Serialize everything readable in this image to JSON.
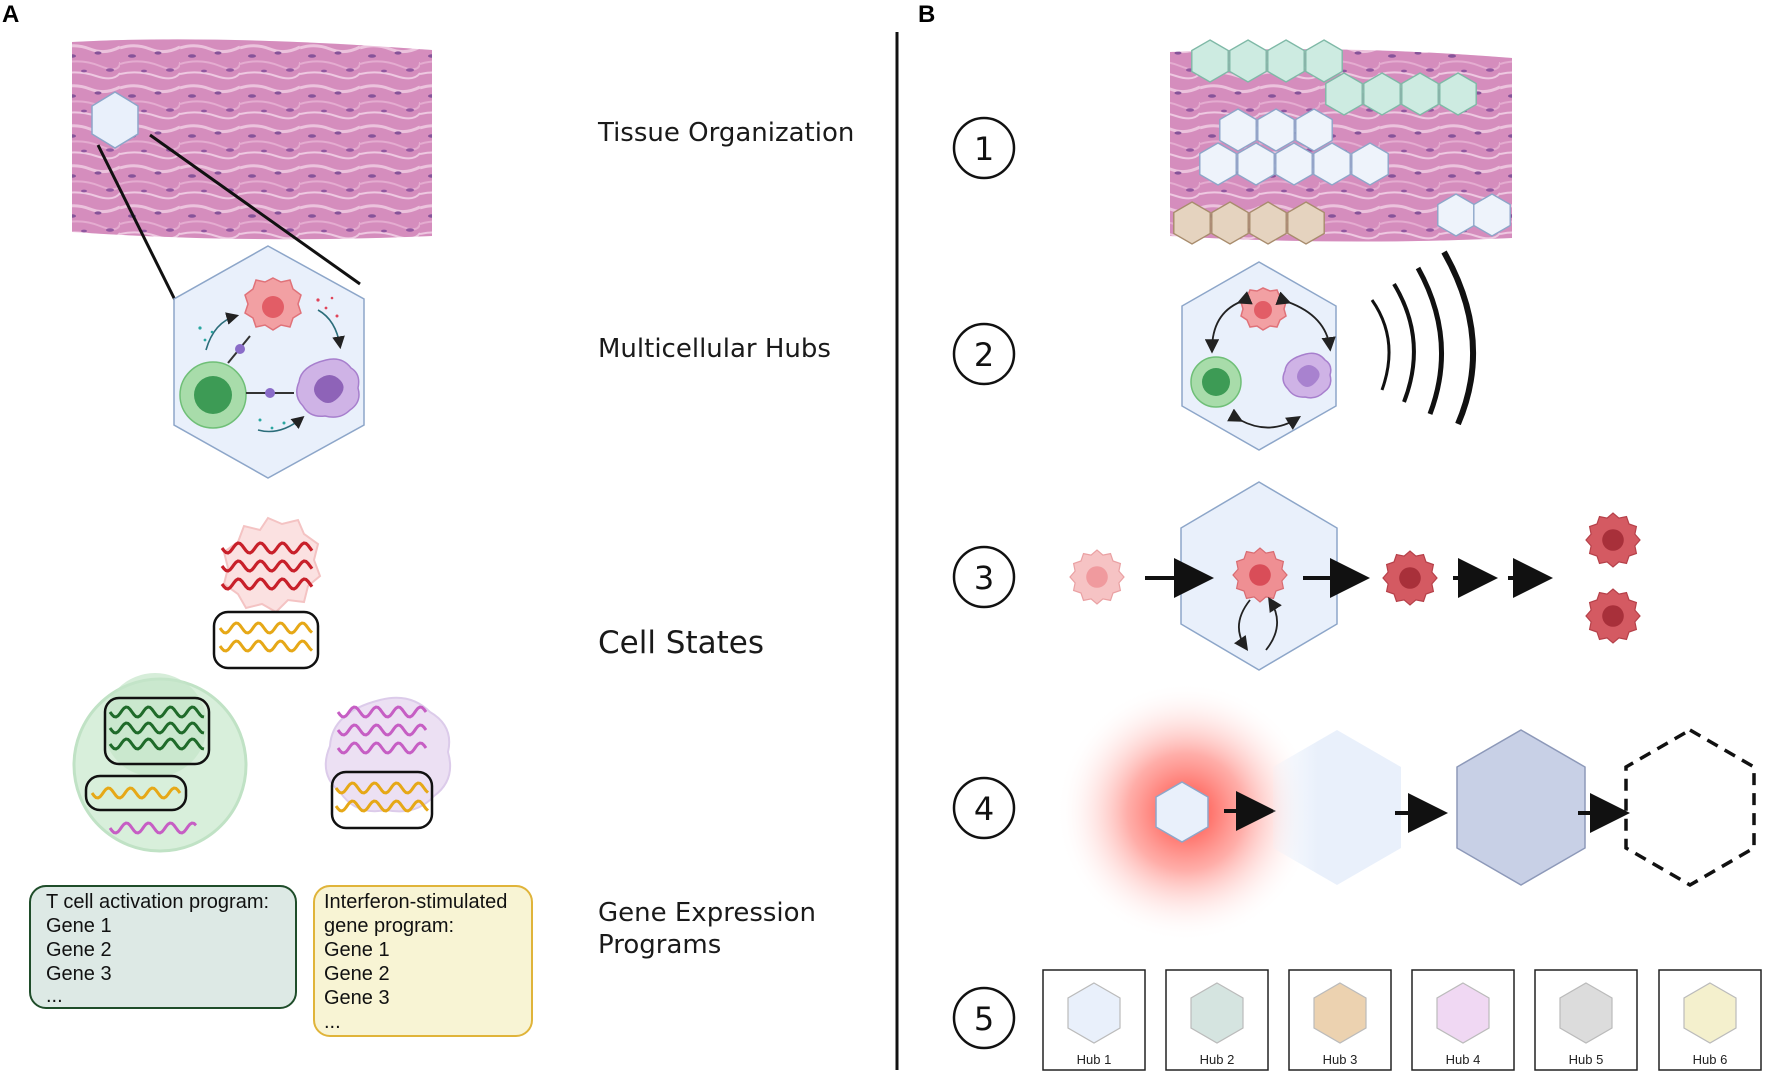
{
  "panels": {
    "a": "A",
    "b": "B"
  },
  "levels": {
    "tissue": "Tissue Organization",
    "hubs": "Multicellular Hubs",
    "states": "Cell States",
    "programs_line1": "Gene Expression",
    "programs_line2": "Programs"
  },
  "programs": {
    "tcell": {
      "title": "T cell activation program:",
      "genes": [
        "Gene 1",
        "Gene 2",
        "Gene 3",
        "..."
      ]
    },
    "ifn": {
      "title_line1": "Interferon-stimulated",
      "title_line2": "gene program:",
      "genes": [
        "Gene 1",
        "Gene 2",
        "Gene 3",
        "..."
      ]
    }
  },
  "steps": [
    "1",
    "2",
    "3",
    "4",
    "5"
  ],
  "hubs": [
    {
      "label": "Hub 1",
      "color": "#e9f0fb"
    },
    {
      "label": "Hub 2",
      "color": "#d5e4e0"
    },
    {
      "label": "Hub 3",
      "color": "#ecd2b0"
    },
    {
      "label": "Hub 4",
      "color": "#f0d8f3"
    },
    {
      "label": "Hub 5",
      "color": "#dcdcdc"
    },
    {
      "label": "Hub 6",
      "color": "#f4f0cd"
    }
  ],
  "colors": {
    "tissue": "#d98fc0",
    "hub_fill": "#e9f0fb",
    "tumor_cell": "#e8757a",
    "t_cell": "#8fcf95",
    "myeloid_cell": "#c9a6e0",
    "red_program": "#c8202a",
    "yellow_program": "#e6a817",
    "green_program": "#1f6b2a",
    "purple_program": "#c65ec4",
    "tcell_box": "#dde9e5",
    "ifn_box": "#f8f4d4"
  }
}
